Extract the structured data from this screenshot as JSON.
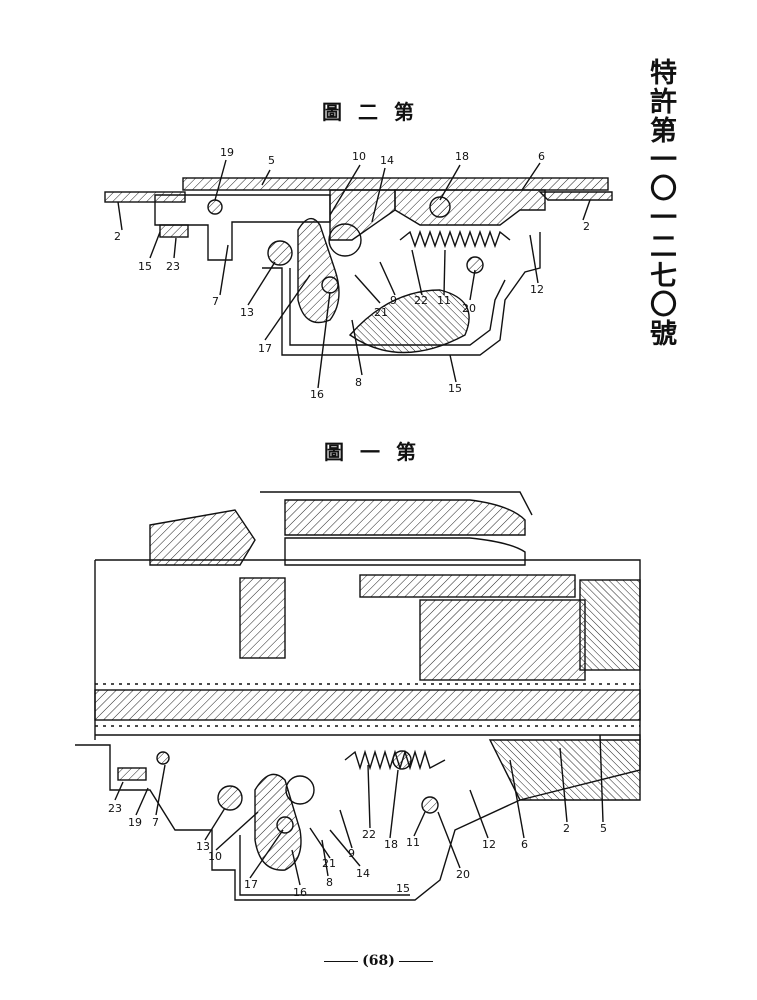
{
  "header": {
    "patent_number": "特許第一〇一二七〇號"
  },
  "figure2": {
    "title": "圖二第",
    "labels": [
      "19",
      "5",
      "10",
      "14",
      "18",
      "6",
      "2",
      "2",
      "15",
      "23",
      "7",
      "13",
      "17",
      "16",
      "8",
      "15",
      "21",
      "9",
      "22",
      "11",
      "20",
      "12"
    ]
  },
  "figure1": {
    "title": "圖一第",
    "labels": [
      "23",
      "19",
      "7",
      "13",
      "10",
      "17",
      "16",
      "8",
      "14",
      "21",
      "9",
      "22",
      "18",
      "11",
      "15",
      "20",
      "12",
      "6",
      "2",
      "5"
    ]
  },
  "footer": {
    "page_number": "(68)"
  }
}
